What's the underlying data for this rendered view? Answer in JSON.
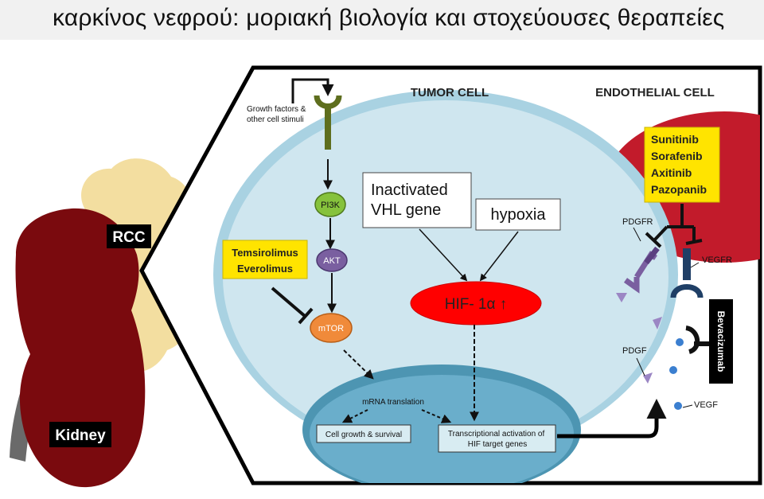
{
  "title": "καρκίνος νεφρού: μοριακή βιολογία και στοχεύουσες θεραπείες",
  "colors": {
    "kidney": "#7a0a0e",
    "tumor_capsule": "#f3dea0",
    "cell": "#cfe6ef",
    "cell_border": "#a9d2e2",
    "nucleus": "#5ba0bb",
    "endothelial": "#c21b2b",
    "hif": "#ff0000",
    "receptor_stem": "#5e6e1e",
    "drug_box": "#ffe400",
    "pi3k": "#86c23c",
    "akt": "#7a5fa0",
    "mtor": "#f08a3a",
    "label_box": "#000000"
  },
  "labels": {
    "rcc": "RCC",
    "kidney": "Kidney",
    "growth_factors": "Growth factors &\nother cell stimuli",
    "tumor_cell": "TUMOR CELL",
    "endothelial_cell": "ENDOTHELIAL CELL",
    "pi3k": "PI3K",
    "akt": "AKT",
    "mtor": "mTOR",
    "mrna_translation": "mRNA translation",
    "cell_growth": "Cell growth & survival",
    "transcriptional": "Transcriptional activation of\nHIF target genes",
    "vhl": "Inactivated\nVHL gene",
    "hypoxia": "hypoxia",
    "hif": "HIF- 1α ↑",
    "pdgfr": "PDGFR",
    "vegfr": "VEGFR",
    "pdgf": "PDGF",
    "vegf": "VEGF",
    "bevacizumab": "Bevacizumab"
  },
  "drugs": {
    "mtor_inhibitors": [
      "Temsirolimus",
      "Everolimus"
    ],
    "tki": [
      "Sunitinib",
      "Sorafenib",
      "Axitinib",
      "Pazopanib"
    ]
  }
}
